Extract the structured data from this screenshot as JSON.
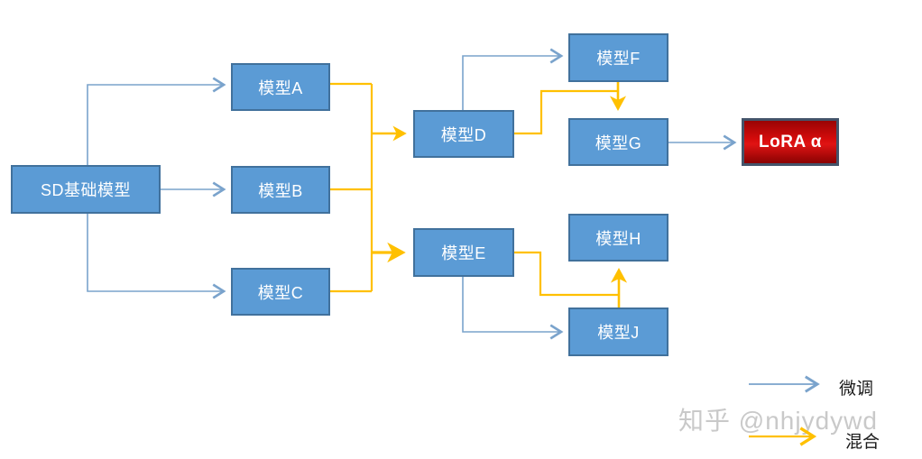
{
  "diagram": {
    "nodes": {
      "sd_base": {
        "label": "SD基础模型"
      },
      "model_a": {
        "label": "模型A"
      },
      "model_b": {
        "label": "模型B"
      },
      "model_c": {
        "label": "模型C"
      },
      "model_d": {
        "label": "模型D"
      },
      "model_e": {
        "label": "模型E"
      },
      "model_f": {
        "label": "模型F"
      },
      "model_g": {
        "label": "模型G"
      },
      "model_h": {
        "label": "模型H"
      },
      "model_j": {
        "label": "模型J"
      },
      "lora": {
        "label": "LoRA α"
      }
    },
    "edges": [
      {
        "from": "SD基础模型",
        "to": "模型A",
        "type": "微调"
      },
      {
        "from": "SD基础模型",
        "to": "模型B",
        "type": "微调"
      },
      {
        "from": "SD基础模型",
        "to": "模型C",
        "type": "微调"
      },
      {
        "from": "模型A",
        "to": "模型D",
        "type": "混合"
      },
      {
        "from": "模型B",
        "to": "模型D",
        "type": "混合"
      },
      {
        "from": "模型C",
        "to": "模型D",
        "type": "混合"
      },
      {
        "from": "模型A",
        "to": "模型E",
        "type": "混合"
      },
      {
        "from": "模型B",
        "to": "模型E",
        "type": "混合"
      },
      {
        "from": "模型C",
        "to": "模型E",
        "type": "混合"
      },
      {
        "from": "模型D",
        "to": "模型F",
        "type": "微调"
      },
      {
        "from": "模型D",
        "to": "模型G",
        "type": "混合"
      },
      {
        "from": "模型F",
        "to": "模型G",
        "type": "混合"
      },
      {
        "from": "模型E",
        "to": "模型J",
        "type": "微调"
      },
      {
        "from": "模型E",
        "to": "模型H",
        "type": "混合"
      },
      {
        "from": "模型J",
        "to": "模型H",
        "type": "混合"
      },
      {
        "from": "模型G",
        "to": "LoRA α",
        "type": "微调"
      }
    ],
    "legend": {
      "fine_tune_label": "微调",
      "mix_label": "混合"
    },
    "watermark": "知乎 @nhjydywd",
    "colors": {
      "node_fill": "#5b9bd5",
      "node_border": "#41719c",
      "lora_fill_center": "#e01414",
      "lora_border": "#44546a",
      "fine_tune_arrow": "#7aa3cc",
      "mix_arrow": "#ffc000",
      "watermark_text": "#c9c9c9"
    }
  }
}
